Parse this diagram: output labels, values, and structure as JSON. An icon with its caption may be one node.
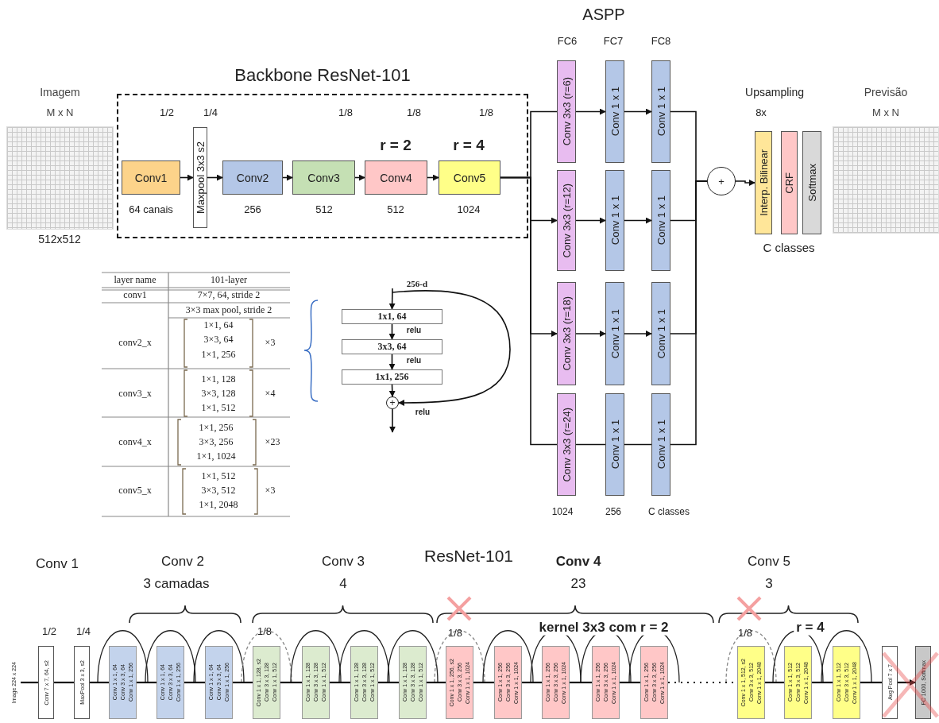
{
  "diagram": {
    "nodes": [
      {
        "text": [
          "Backbone ResNet-101"
        ]
      },
      {
        "text": [
          "Imagem",
          "M x N"
        ],
        "beside": [
          "512x512"
        ]
      },
      {
        "text": [
          "Conv1"
        ],
        "in": 0,
        "beside": [
          "64 canais"
        ]
      },
      {
        "text": [
          "Maxpool 3x3 s2"
        ],
        "in": 0
      },
      {
        "text": [
          "Conv2"
        ],
        "in": 0,
        "beside": [
          "256"
        ]
      },
      {
        "text": [
          "Conv3"
        ],
        "in": 0,
        "beside": [
          "512"
        ]
      },
      {
        "text": [
          "Conv4"
        ],
        "in": 0,
        "beside": [
          "r = 2",
          "512"
        ]
      },
      {
        "text": [
          "Conv5"
        ],
        "in": 0,
        "beside": [
          "r = 4",
          "1024"
        ]
      },
      {
        "text": [
          "Conv 3x3 (r=6)"
        ]
      },
      {
        "text": [
          "Conv 3x3 (r=12)"
        ]
      },
      {
        "text": [
          "Conv 3x3 (r=18)"
        ]
      },
      {
        "text": [
          "Conv 3x3 (r=24)"
        ]
      },
      {
        "text": [
          "Conv 1 x 1"
        ]
      },
      {
        "text": [
          "Conv 1 x 1"
        ]
      },
      {
        "text": [
          "Conv 1 x 1"
        ]
      },
      {
        "text": [
          "Conv 1 x 1"
        ]
      },
      {
        "text": [
          "Conv 1 x 1"
        ]
      },
      {
        "text": [
          "Conv 1 x 1"
        ]
      },
      {
        "text": [
          "Conv 1 x 1"
        ]
      },
      {
        "text": [
          "Conv 1 x 1"
        ]
      },
      {
        "text": [
          "+"
        ]
      },
      {
        "text": [
          "Interp. Bilinear"
        ],
        "beside": [
          "Upsampling",
          "8x"
        ]
      },
      {
        "text": [
          "CRF"
        ],
        "beside": [
          "C classes"
        ]
      },
      {
        "text": [
          "Softmax"
        ]
      },
      {
        "text": [
          "Previsão",
          "M x N"
        ]
      },
      {
        "text": [
          "1x1, 64"
        ]
      },
      {
        "text": [
          "3x3, 64"
        ]
      },
      {
        "text": [
          "1x1, 256"
        ]
      },
      {
        "text": [
          "+"
        ]
      },
      {
        "text": [
          "Image 224 x 224"
        ]
      },
      {
        "text": [
          "Conv 7 x 7, 64, s2"
        ]
      },
      {
        "text": [
          "MaxPool 3 x 3, s2"
        ]
      },
      {
        "text": [
          "Conv 1 x 1, 64",
          "Conv 3 x 3, 64",
          "Conv 1 x 1, 256"
        ]
      },
      {
        "text": [
          "Conv 1 x 1, 64",
          "Conv 3 x 3, 64",
          "Conv 1 x 1, 256"
        ]
      },
      {
        "text": [
          "Conv 1 x 1, 64",
          "Conv 3 x 3, 64",
          "Conv 1 x 1, 256"
        ]
      },
      {
        "text": [
          "Conv 1 x 1, 128, s2",
          "Conv 3 x 3, 128",
          "Conv 1 x 1, 512"
        ]
      },
      {
        "text": [
          "Conv 1 x 1, 128",
          "Conv 3 x 3, 128",
          "Conv 1 x 1, 512"
        ]
      },
      {
        "text": [
          "Conv 1 x 1, 128",
          "Conv 3 x 3, 128",
          "Conv 1 x 1, 512"
        ]
      },
      {
        "text": [
          "Conv 1 x 1, 128",
          "Conv 3 x 3, 128",
          "Conv 1 x 1, 512"
        ]
      },
      {
        "text": [
          "Conv 1 x 1, 256, s2",
          "Conv 3 x 3, 256",
          "Conv 1 x 1, 1024"
        ]
      },
      {
        "text": [
          "Conv 1 x 1, 256",
          "Conv 3 x 3, 256",
          "Conv 1 x 1, 1024"
        ]
      },
      {
        "text": [
          "Conv 1 x 1, 256",
          "Conv 3 x 3, 256",
          "Conv 1 x 1, 1024"
        ]
      },
      {
        "text": [
          "Conv 1 x 1, 256",
          "Conv 3 x 3, 256",
          "Conv 1 x 1, 1024"
        ]
      },
      {
        "text": [
          "Conv 1 x 1, 256",
          "Conv 3 x 3, 256",
          "Conv 1 x 1, 1024"
        ]
      },
      {
        "text": [
          "Conv 1 x 1, 512, s2",
          "Conv 3 x 3, 512",
          "Conv 1 x 1, 2048"
        ]
      },
      {
        "text": [
          "Conv 1 x 1, 512",
          "Conv 3 x 3, 512",
          "Conv 1 x 1, 2048"
        ]
      },
      {
        "text": [
          "Conv 1 x 1, 512",
          "Conv 3 x 3, 512",
          "Conv 1 x 1, 2048"
        ]
      },
      {
        "text": [
          "Avg Pool 7 x 7"
        ]
      },
      {
        "text": [
          "FC 1000, Softmax"
        ]
      }
    ],
    "edges": [
      {
        "from": 2,
        "to": 3,
        "arrow": "to"
      },
      {
        "from": 3,
        "to": 4,
        "arrow": "to"
      },
      {
        "from": 4,
        "to": 5,
        "arrow": "to"
      },
      {
        "from": 5,
        "to": 6,
        "arrow": "to"
      },
      {
        "from": 6,
        "to": 7,
        "arrow": "to"
      },
      {
        "from": 7,
        "to": 8,
        "arrow": "none"
      },
      {
        "from": 7,
        "to": 9,
        "arrow": "to"
      },
      {
        "from": 7,
        "to": 10,
        "arrow": "to"
      },
      {
        "from": 7,
        "to": 11,
        "arrow": "none"
      },
      {
        "from": 8,
        "to": 12,
        "arrow": "to"
      },
      {
        "from": 12,
        "to": 16,
        "arrow": "to"
      },
      {
        "from": 9,
        "to": 13,
        "arrow": "to"
      },
      {
        "from": 13,
        "to": 17,
        "arrow": "to"
      },
      {
        "from": 10,
        "to": 14,
        "arrow": "to"
      },
      {
        "from": 14,
        "to": 18,
        "arrow": "to"
      },
      {
        "from": 11,
        "to": 15,
        "arrow": "none"
      },
      {
        "from": 15,
        "to": 19,
        "arrow": "none"
      },
      {
        "from": 16,
        "to": 20,
        "arrow": "none"
      },
      {
        "from": 17,
        "to": 20,
        "arrow": "none"
      },
      {
        "from": 18,
        "to": 20,
        "arrow": "none"
      },
      {
        "from": 19,
        "to": 20,
        "arrow": "none"
      },
      {
        "from": 20,
        "to": 21,
        "arrow": "to"
      },
      {
        "from": null,
        "to": 25,
        "arrow": "to"
      },
      {
        "from": 25,
        "to": 26,
        "arrow": "to"
      },
      {
        "from": 26,
        "to": 27,
        "arrow": "to"
      },
      {
        "from": 27,
        "to": 28,
        "arrow": "to"
      },
      {
        "from": null,
        "to": 28,
        "arrow": "to"
      },
      {
        "from": 28,
        "to": null,
        "arrow": "to"
      },
      {
        "from": 29,
        "to": 30,
        "arrow": "none"
      },
      {
        "from": 30,
        "to": 31,
        "arrow": "none"
      },
      {
        "from": 31,
        "to": 32,
        "arrow": "none"
      },
      {
        "from": 32,
        "to": 33,
        "arrow": "none"
      },
      {
        "from": 33,
        "to": 34,
        "arrow": "none"
      },
      {
        "from": 34,
        "to": 35,
        "arrow": "none"
      },
      {
        "from": 35,
        "to": 36,
        "arrow": "none"
      },
      {
        "from": 36,
        "to": 37,
        "arrow": "none"
      },
      {
        "from": 37,
        "to": 38,
        "arrow": "none"
      },
      {
        "from": 38,
        "to": 39,
        "arrow": "none"
      },
      {
        "from": 39,
        "to": 40,
        "arrow": "none"
      },
      {
        "from": 40,
        "to": 41,
        "arrow": "none"
      },
      {
        "from": 41,
        "to": 42,
        "arrow": "none"
      },
      {
        "from": 42,
        "to": 43,
        "arrow": "none"
      },
      {
        "from": 43,
        "to": 44,
        "arrow": "none",
        "style": "dashed"
      },
      {
        "from": 44,
        "to": 45,
        "arrow": "none"
      },
      {
        "from": 45,
        "to": 46,
        "arrow": "none"
      },
      {
        "from": 46,
        "to": 47,
        "arrow": "none"
      },
      {
        "from": 47,
        "to": 48,
        "arrow": "to"
      }
    ],
    "labels": [
      "ASPP",
      "FC6",
      "FC7",
      "FC8",
      "1024",
      "256",
      "C classes",
      "layer name",
      "101-layer",
      "conv1",
      "7×7, 64, stride 2",
      "3×3 max pool, stride 2",
      "conv2_x",
      "1×1, 64",
      "3×3, 64",
      "1×1, 256",
      "×3",
      "conv3_x",
      "1×1, 128",
      "3×3, 128",
      "1×1, 512",
      "×4",
      "conv4_x",
      "1×1, 256",
      "3×3, 256",
      "1×1, 1024",
      "×23",
      "conv5_x",
      "1×1, 512",
      "3×3, 512",
      "1×1, 2048",
      "×3",
      "256-d",
      "relu",
      "relu",
      "relu",
      "ResNet-101",
      "Conv 1",
      "Conv 2",
      "3 camadas",
      "Conv 3",
      "4",
      "Conv 4",
      "23",
      "Conv 5",
      "3",
      "1/2",
      "1/4",
      "1/8",
      "1/8",
      "kernel 3x3 com r = 2",
      "1/8",
      "r = 4",
      "1/2",
      "1/4",
      "1/8",
      "1/8",
      "1/8"
    ]
  }
}
